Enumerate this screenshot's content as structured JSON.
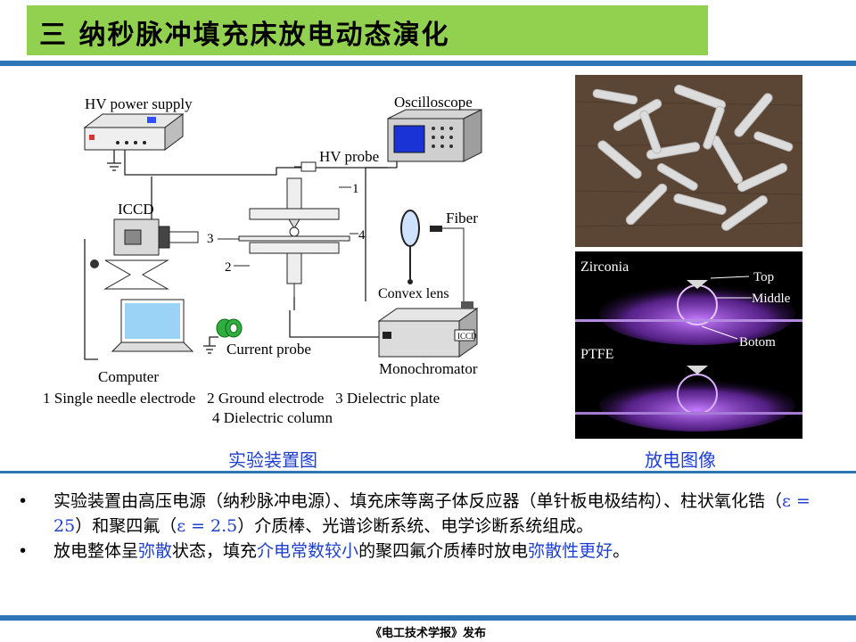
{
  "header": {
    "title": "三  纳秒脉冲填充床放电动态演化"
  },
  "diagram": {
    "labels": {
      "hv_power_supply": "HV power supply",
      "oscilloscope": "Oscilloscope",
      "hv_probe": "HV probe",
      "iccd": "ICCD",
      "fiber": "Fiber",
      "convex_lens": "Convex lens",
      "current_probe": "Current probe",
      "computer": "Computer",
      "monochromator": "Monochromator",
      "iccd_box": "ICCD",
      "n1": "1",
      "n2": "2",
      "n3": "3",
      "n4": "4",
      "n3_left": "3"
    },
    "legend_line1": "1 Single needle electrode   2 Ground electrode   3 Dielectric plate",
    "legend_line2": "4 Dielectric column"
  },
  "discharge_photo": {
    "zirconia": "Zirconia",
    "ptfe": "PTFE",
    "top": "Top",
    "middle": "Middle",
    "botom": "Botom"
  },
  "captions": {
    "setup": "实验装置图",
    "discharge": "放电图像"
  },
  "bullets": {
    "b1_part1": "实验装置由高压电源（纳秒脉冲电源）、填充床等离子体反应器（单针板电极结构）、柱状氧化锆（",
    "b1_eps1": "ε = 25",
    "b1_part2": "）和聚四氟（",
    "b1_eps2": "ε = 2.5",
    "b1_part3": "）介质棒、光谱诊断系统、电学诊断系统组成。",
    "b2_part1": "放电整体呈",
    "b2_hl1": "弥散",
    "b2_part2": "状态，填充",
    "b2_hl2": "介电常数较小",
    "b2_part3": "的聚四氟介质棒时放电",
    "b2_hl3": "弥散性更好",
    "b2_part4": "。"
  },
  "footer": {
    "text": "《电工技术学报》发布"
  },
  "colors": {
    "title_bg": "#92d050",
    "rule": "#2e75b6",
    "highlight": "#1f3fcf"
  }
}
